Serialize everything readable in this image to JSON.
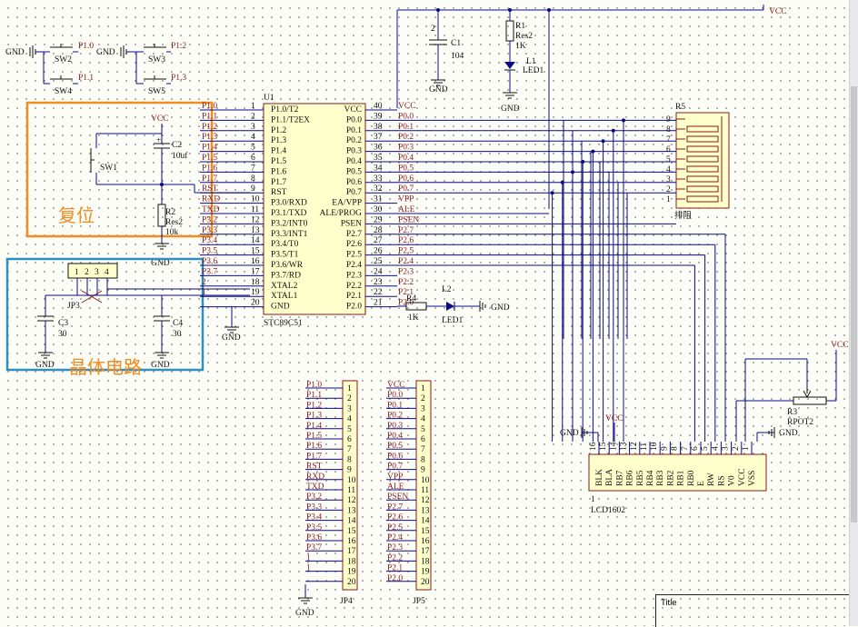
{
  "labels": {
    "reset_cn": "复位",
    "crystal_cn": "晶体电路",
    "title": "Title"
  },
  "colors": {
    "wire": "#0a0a8a",
    "net_label": "#8b1a1a",
    "chip_fill": "#ffffcc",
    "reset_box": "#f28c1e",
    "crystal_box": "#2e8fc1"
  },
  "switches": [
    {
      "gnd": "GND",
      "net": "P1.0",
      "ref": "SW2"
    },
    {
      "gnd": "GND",
      "net": "P1.2",
      "ref": "SW3"
    },
    {
      "gnd": "",
      "net": "P1.1",
      "ref": "SW4"
    },
    {
      "gnd": "",
      "net": "P1.3",
      "ref": "SW5"
    }
  ],
  "top": {
    "vcc": "VCC",
    "cap_c1": {
      "ref": "C1",
      "val": "104",
      "gnd": "GND"
    },
    "res_r1": {
      "ref": "R1",
      "type": "Res2",
      "val": "1K"
    },
    "led_l1": {
      "ref": "L1",
      "type": "LED1",
      "gnd": "GND"
    }
  },
  "reset": {
    "vcc": "VCC",
    "switch": "SW1",
    "cap": {
      "ref": "C2",
      "val": "10uf",
      "pol": "+"
    },
    "res": {
      "ref": "R2",
      "type": "Res2",
      "val": "10k"
    },
    "gnd": "GND"
  },
  "crystal": {
    "jp": "JP3",
    "pins": [
      "1",
      "2",
      "3",
      "4"
    ],
    "c3": {
      "ref": "C3",
      "val": "30"
    },
    "c4": {
      "ref": "C4",
      "val": "30"
    },
    "gnd": [
      "GND",
      "GND"
    ]
  },
  "mcu": {
    "ref": "U1",
    "part": "STC89C51",
    "left_nets": [
      "P1.0",
      "P1.1",
      "P1.2",
      "P1.3",
      "P1.4",
      "P1.5",
      "P1.6",
      "P1.7",
      "RST",
      "RXD",
      "TXD",
      "P3.2",
      "P3.3",
      "P3.4",
      "P3.5",
      "P3.6",
      "P3.7",
      "2",
      "1",
      ""
    ],
    "left_pins": [
      [
        "1",
        "P1.0/T2"
      ],
      [
        "2",
        "P1.1/T2EX"
      ],
      [
        "3",
        "P1.2"
      ],
      [
        "4",
        "P1.3"
      ],
      [
        "5",
        "P1.4"
      ],
      [
        "6",
        "P1.5"
      ],
      [
        "7",
        "P1.6"
      ],
      [
        "8",
        "P1.7"
      ],
      [
        "9",
        "RST"
      ],
      [
        "10",
        "P3.0/RXD"
      ],
      [
        "11",
        "P3.1/TXD"
      ],
      [
        "12",
        "P3.2/INT0"
      ],
      [
        "13",
        "P3.3/INT1"
      ],
      [
        "14",
        "P3.4/T0"
      ],
      [
        "15",
        "P3.5/T1"
      ],
      [
        "16",
        "P3.6/WR"
      ],
      [
        "17",
        "P3.7/RD"
      ],
      [
        "18",
        "XTAL2"
      ],
      [
        "19",
        "XTAL1"
      ],
      [
        "20",
        "GND"
      ]
    ],
    "right_pins": [
      [
        "40",
        "VCC",
        "VCC"
      ],
      [
        "39",
        "P0.0",
        "P0.0"
      ],
      [
        "38",
        "P0.1",
        "P0.1"
      ],
      [
        "37",
        "P0.2",
        "P0.2"
      ],
      [
        "36",
        "P0.3",
        "P0.3"
      ],
      [
        "35",
        "P0.4",
        "P0.4"
      ],
      [
        "34",
        "P0.5",
        "P0.5"
      ],
      [
        "33",
        "P0.6",
        "P0.6"
      ],
      [
        "32",
        "P0.7",
        "P0.7"
      ],
      [
        "31",
        "EA/VPP",
        "VPP"
      ],
      [
        "30",
        "ALE/PROG",
        "ALE"
      ],
      [
        "29",
        "PSEN",
        "PSEN"
      ],
      [
        "28",
        "P2.7",
        "P2.7"
      ],
      [
        "27",
        "P2.6",
        "P2.6"
      ],
      [
        "26",
        "P2.5",
        "P2.5"
      ],
      [
        "25",
        "P2.4",
        "P2.4"
      ],
      [
        "24",
        "P2.3",
        "P2.3"
      ],
      [
        "23",
        "P2.2",
        "P2.2"
      ],
      [
        "22",
        "P2.1",
        "P2.1"
      ],
      [
        "21",
        "P2.0",
        "P2.0"
      ]
    ],
    "gnd": "GND"
  },
  "led2": {
    "res_ref": "R4",
    "res_val": "1K",
    "led_ref": "L2",
    "led_type": "LED1",
    "gnd": "GND"
  },
  "rpack": {
    "ref": "R5",
    "name": "排阻",
    "pins": [
      "9",
      "8",
      "7",
      "6",
      "5",
      "4",
      "3",
      "2",
      "1"
    ]
  },
  "lcd": {
    "ref": "LCD1602",
    "num": "1",
    "pin_nums": [
      "16",
      "15",
      "14",
      "13",
      "12",
      "11",
      "10",
      "9",
      "8",
      "7",
      "6",
      "5",
      "4",
      "3",
      "2",
      "1"
    ],
    "pin_names": [
      "BLK",
      "BLA",
      "RB7",
      "RB6",
      "RB5",
      "RB4",
      "RB3",
      "RB2",
      "RB1",
      "RB0",
      "E",
      "RW",
      "RS",
      "V0",
      "VCC",
      "VSS"
    ],
    "gnd_left": "GND",
    "vcc_left": "VCC",
    "gnd_right": "GND"
  },
  "pot": {
    "ref": "R3",
    "type": "RPOT2",
    "vcc": "VCC"
  },
  "jp4": {
    "ref": "JP4",
    "nets": [
      "P1.0",
      "P1.1",
      "P1.2",
      "P1.3",
      "P1.4",
      "P1.5",
      "P1.6",
      "P1.7",
      "RST",
      "RXD",
      "TXD",
      "P3.2",
      "P3.3",
      "P3.4",
      "P3.5",
      "P3.6",
      "P3.7",
      "1",
      "1",
      ""
    ],
    "pins": [
      "1",
      "2",
      "3",
      "4",
      "5",
      "6",
      "7",
      "8",
      "9",
      "10",
      "11",
      "12",
      "13",
      "14",
      "15",
      "16",
      "17",
      "18",
      "19",
      "20"
    ],
    "gnd": "GND"
  },
  "jp5": {
    "ref": "JP5",
    "nets": [
      "VCC",
      "P0.0",
      "P0.1",
      "P0.2",
      "P0.3",
      "P0.4",
      "P0.5",
      "P0.6",
      "P0.7",
      "VPP",
      "ALE",
      "PSEN",
      "P2.7",
      "P2.6",
      "P2.5",
      "P2.4",
      "P2.3",
      "P2.2",
      "P2.1",
      "P2.0"
    ],
    "pins": [
      "1",
      "2",
      "3",
      "4",
      "5",
      "6",
      "7",
      "8",
      "9",
      "10",
      "11",
      "12",
      "13",
      "14",
      "15",
      "16",
      "17",
      "18",
      "19",
      "20"
    ]
  }
}
